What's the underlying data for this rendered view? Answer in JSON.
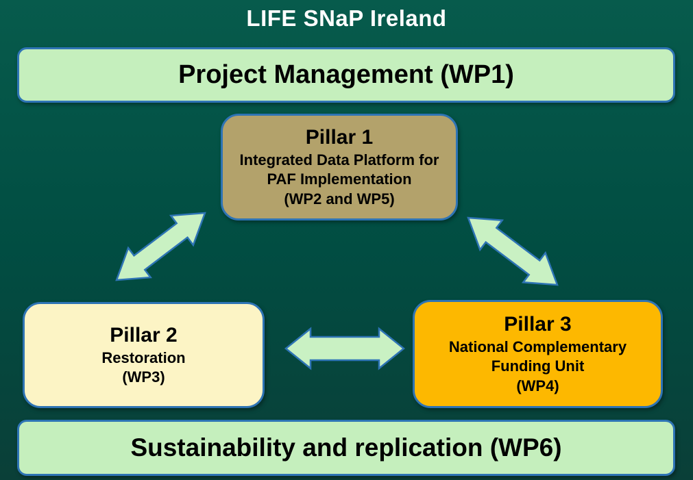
{
  "title": "LIFE SNaP Ireland",
  "top_bar": {
    "label": "Project Management (WP1)"
  },
  "pillars": [
    {
      "heading": "Pillar 1",
      "lines": [
        "Integrated Data Platform for",
        "PAF Implementation",
        "(WP2 and WP5)"
      ]
    },
    {
      "heading": "Pillar 2",
      "lines": [
        "Restoration",
        "(WP3)"
      ]
    },
    {
      "heading": "Pillar 3",
      "lines": [
        "National Complementary",
        "Funding Unit",
        "(WP4)"
      ]
    }
  ],
  "bottom_bar": {
    "label": "Sustainability and replication (WP6)"
  },
  "arrows": [
    {
      "name": "pillar2-pillar1",
      "type": "double-headed"
    },
    {
      "name": "pillar1-pillar3",
      "type": "double-headed"
    },
    {
      "name": "pillar2-pillar3",
      "type": "double-headed"
    }
  ],
  "colors": {
    "background-top": "#075b4c",
    "background-mid": "#014d42",
    "background-bottom": "#0a3f38",
    "bar-fill": "#c5efbd",
    "pillar1-fill": "#b3a26b",
    "pillar2-fill": "#fcf4c5",
    "pillar3-fill": "#fdb800",
    "arrow-fill": "#c9f1c3",
    "box-border": "#2e74b5",
    "title-color": "#ffffff",
    "text-dark": "#000000"
  }
}
